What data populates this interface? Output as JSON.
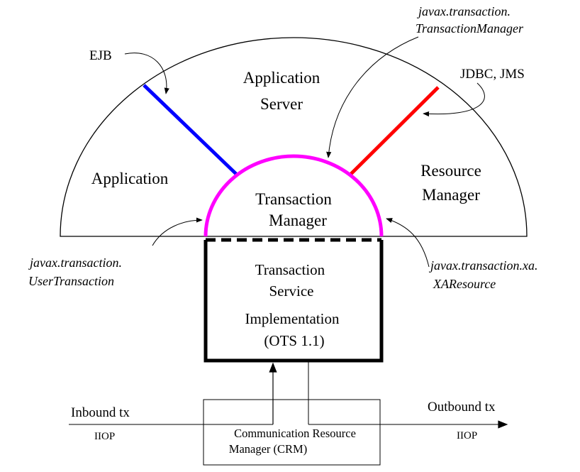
{
  "labels": {
    "ejb": "EJB",
    "tm_api_line1": "javax.transaction.",
    "tm_api_line2": "TransactionManager",
    "jdbc_jms": "JDBC, JMS",
    "app_server_line1": "Application",
    "app_server_line2": "Server",
    "application": "Application",
    "resource_manager_line1": "Resource",
    "resource_manager_line2": "Manager",
    "transaction_manager_line1": "Transaction",
    "transaction_manager_line2": "Manager",
    "user_tx_line1": "javax.transaction.",
    "user_tx_line2": "UserTransaction",
    "xa_line1": "javax.transaction.xa.",
    "xa_line2": "XAResource",
    "tsi_line1": "Transaction",
    "tsi_line2": "Service",
    "tsi_line3": "Implementation",
    "tsi_line4": "(OTS 1.1)",
    "inbound": "Inbound tx",
    "outbound": "Outbound tx",
    "iiop_left": "IIOP",
    "iiop_right": "IIOP",
    "crm_line1": "Communication Resource",
    "crm_line2": "Manager (CRM)"
  },
  "colors": {
    "ejb_line": "#0000ff",
    "jdbc_line": "#ff0000",
    "tm_arc": "#ff00ff",
    "ink": "#000000"
  }
}
